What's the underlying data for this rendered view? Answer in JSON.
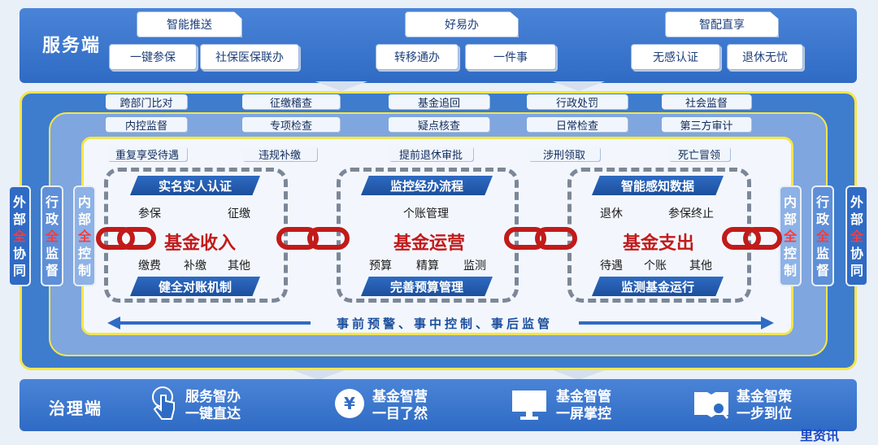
{
  "service": {
    "title": "服务端",
    "pills": {
      "smart_push": "智能推送",
      "one_click_insure": "一键参保",
      "social_medical": "社保医保联办",
      "easy_do": "好易办",
      "transfer": "转移通办",
      "one_thing": "一件事",
      "smart_enjoy": "智配直享",
      "no_sense_auth": "无感认证",
      "retire_worryfree": "退休无忧"
    }
  },
  "outer_tags": [
    "跨部门比对",
    "征缴稽查",
    "基金追回",
    "行政处罚",
    "社会监督"
  ],
  "mid_tags": [
    "内控监督",
    "专项检查",
    "疑点核查",
    "日常检查",
    "第三方审计"
  ],
  "inner_tags": [
    "重复享受待遇",
    "违规补缴",
    "提前退休审批",
    "涉刑领取",
    "死亡冒领"
  ],
  "side_labels": {
    "left_outer": [
      "外",
      "部",
      "全",
      "协",
      "同"
    ],
    "left_mid": [
      "行",
      "政",
      "全",
      "监",
      "督"
    ],
    "left_inner": [
      "内",
      "部",
      "全",
      "控",
      "制"
    ],
    "right_inner": [
      "内",
      "部",
      "全",
      "控",
      "制"
    ],
    "right_mid": [
      "行",
      "政",
      "全",
      "监",
      "督"
    ],
    "right_outer": [
      "外",
      "部",
      "全",
      "协",
      "同"
    ]
  },
  "process": {
    "income": {
      "top_bar": "实名实人认证",
      "top_left": "参保",
      "top_right": "征缴",
      "title": "基金收入",
      "bottom_items": [
        "缴费",
        "补缴",
        "其他"
      ],
      "bottom_bar": "健全对账机制"
    },
    "operation": {
      "top_bar": "监控经办流程",
      "top_center": "个账管理",
      "title": "基金运营",
      "bottom_items": [
        "预算",
        "精算",
        "监测"
      ],
      "bottom_bar": "完善预算管理"
    },
    "expense": {
      "top_bar": "智能感知数据",
      "top_left": "退休",
      "top_right": "参保终止",
      "title": "基金支出",
      "bottom_items": [
        "待遇",
        "个账",
        "其他"
      ],
      "bottom_bar": "监测基金运行"
    }
  },
  "timeline": "事前预警、事中控制、事后监管",
  "governance": {
    "title": "治理端",
    "items": [
      {
        "line1": "服务智办",
        "line2": "一键直达",
        "icon": "touch-hand-icon"
      },
      {
        "line1": "基金智营",
        "line2": "一目了然",
        "icon": "yuan-coin-icon"
      },
      {
        "line1": "基金智管",
        "line2": "一屏掌控",
        "icon": "monitor-icon"
      },
      {
        "line1": "基金智策",
        "line2": "一步到位",
        "icon": "book-search-icon"
      }
    ]
  },
  "watermark": "里资讯",
  "colors": {
    "accent_blue": "#2f6bc4",
    "frame_yellow": "#f4e64a",
    "chain_red": "#c21a1a"
  }
}
